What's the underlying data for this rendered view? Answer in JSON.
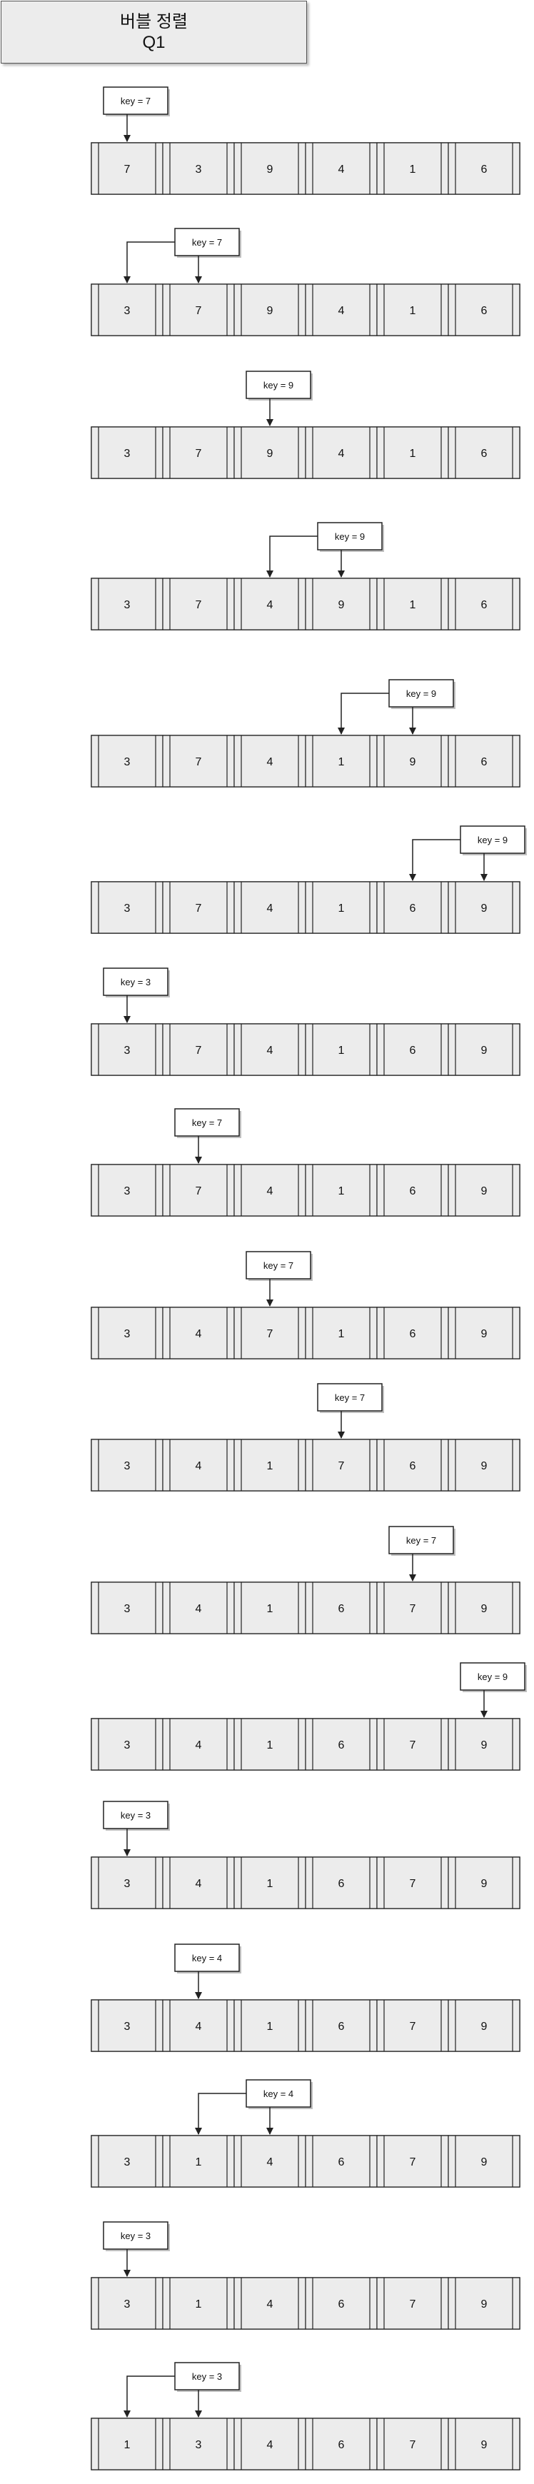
{
  "title": {
    "line1": "버블 정렬",
    "line2": "Q1"
  },
  "colors": {
    "cell_fill": "#ececec",
    "stroke": "#222222",
    "key_fill": "#ffffff"
  },
  "steps": [
    {
      "array": [
        "7",
        "3",
        "9",
        "4",
        "1",
        "6"
      ],
      "key": {
        "label": "key = 7",
        "at": 0
      }
    },
    {
      "array": [
        "3",
        "7",
        "9",
        "4",
        "1",
        "6"
      ],
      "key": {
        "label": "key = 7",
        "at": 1,
        "swap_from": 0
      }
    },
    {
      "array": [
        "3",
        "7",
        "9",
        "4",
        "1",
        "6"
      ],
      "key": {
        "label": "key = 9",
        "at": 2
      }
    },
    {
      "array": [
        "3",
        "7",
        "4",
        "9",
        "1",
        "6"
      ],
      "key": {
        "label": "key = 9",
        "at": 3,
        "swap_from": 2
      }
    },
    {
      "array": [
        "3",
        "7",
        "4",
        "1",
        "9",
        "6"
      ],
      "key": {
        "label": "key = 9",
        "at": 4,
        "swap_from": 3
      }
    },
    {
      "array": [
        "3",
        "7",
        "4",
        "1",
        "6",
        "9"
      ],
      "key": {
        "label": "key = 9",
        "at": 5,
        "swap_from": 4
      }
    },
    {
      "array": [
        "3",
        "7",
        "4",
        "1",
        "6",
        "9"
      ],
      "key": {
        "label": "key = 3",
        "at": 0
      }
    },
    {
      "array": [
        "3",
        "7",
        "4",
        "1",
        "6",
        "9"
      ],
      "key": {
        "label": "key = 7",
        "at": 1
      }
    },
    {
      "array": [
        "3",
        "4",
        "7",
        "1",
        "6",
        "9"
      ],
      "key": {
        "label": "key = 7",
        "at": 2
      }
    },
    {
      "array": [
        "3",
        "4",
        "1",
        "7",
        "6",
        "9"
      ],
      "key": {
        "label": "key = 7",
        "at": 3
      }
    },
    {
      "array": [
        "3",
        "4",
        "1",
        "6",
        "7",
        "9"
      ],
      "key": {
        "label": "key = 7",
        "at": 4
      }
    },
    {
      "array": [
        "3",
        "4",
        "1",
        "6",
        "7",
        "9"
      ],
      "key": {
        "label": "key = 9",
        "at": 5
      }
    },
    {
      "array": [
        "3",
        "4",
        "1",
        "6",
        "7",
        "9"
      ],
      "key": {
        "label": "key = 3",
        "at": 0
      }
    },
    {
      "array": [
        "3",
        "4",
        "1",
        "6",
        "7",
        "9"
      ],
      "key": {
        "label": "key = 4",
        "at": 1
      }
    },
    {
      "array": [
        "3",
        "1",
        "4",
        "6",
        "7",
        "9"
      ],
      "key": {
        "label": "key = 4",
        "at": 2,
        "swap_from": 1
      }
    },
    {
      "array": [
        "3",
        "1",
        "4",
        "6",
        "7",
        "9"
      ],
      "key": {
        "label": "key = 3",
        "at": 0
      }
    },
    {
      "array": [
        "1",
        "3",
        "4",
        "6",
        "7",
        "9"
      ],
      "key": {
        "label": "key = 3",
        "at": 1,
        "swap_from": 0
      }
    }
  ]
}
